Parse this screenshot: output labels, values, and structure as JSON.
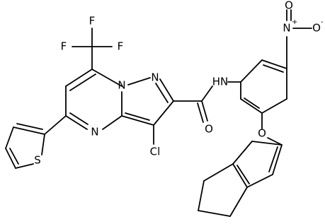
{
  "molecule": {
    "atoms": [
      {
        "id": "F1",
        "text": "F"
      },
      {
        "id": "F2",
        "text": "F"
      },
      {
        "id": "F3",
        "text": "F"
      },
      {
        "id": "N_pyrazole",
        "text": "N"
      },
      {
        "id": "N_pyrimidine",
        "text": "N"
      },
      {
        "id": "N_bridge",
        "text": "N"
      },
      {
        "id": "S_thiophene",
        "text": "S"
      },
      {
        "id": "Cl",
        "text": "Cl"
      },
      {
        "id": "NH_amide",
        "text": "HN"
      },
      {
        "id": "O_amide",
        "text": "O"
      },
      {
        "id": "O_ether",
        "text": "O"
      },
      {
        "id": "N_nitro",
        "text": "N"
      },
      {
        "id": "N_nitro_charge",
        "text": "+"
      },
      {
        "id": "O_nitro_1",
        "text": "O"
      },
      {
        "id": "O_nitro_1_charge",
        "text": "-"
      },
      {
        "id": "O_nitro_2",
        "text": "O"
      }
    ]
  }
}
